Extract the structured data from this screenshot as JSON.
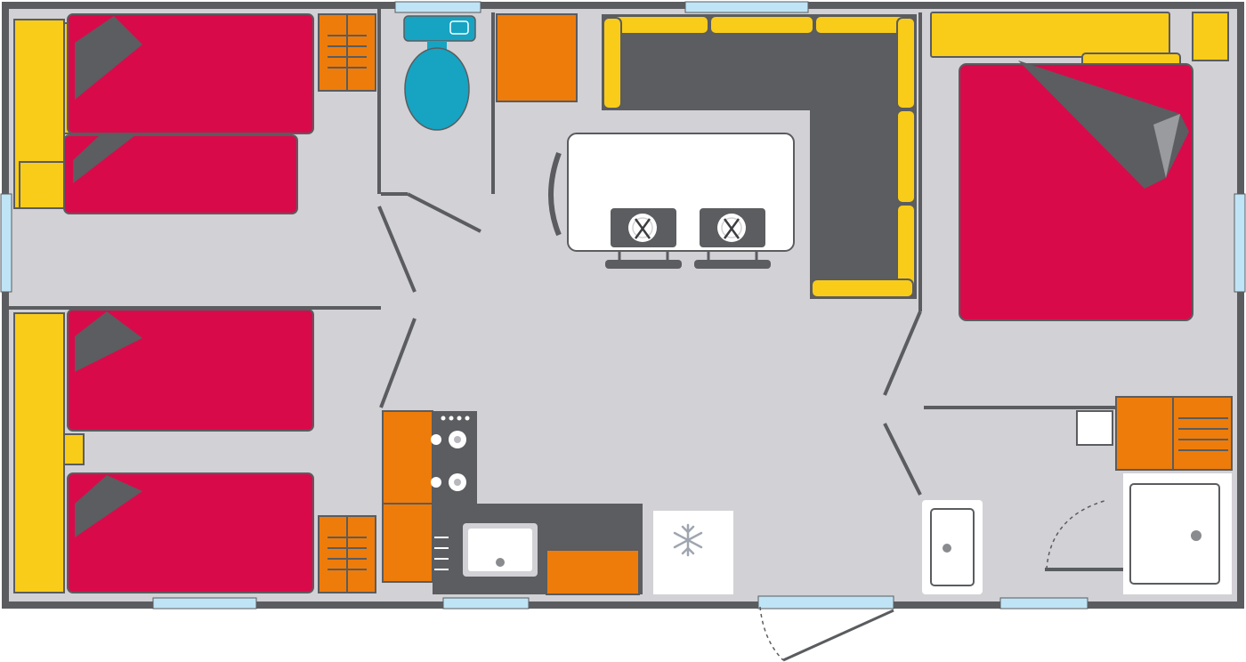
{
  "floorplan": {
    "colors": {
      "wall": "#5a5c5f",
      "floor": "#d2d1d5",
      "bed_red": "#d90a4a",
      "cushion_yellow": "#f9cc1a",
      "storage_orange": "#ee7c0b",
      "toilet_blue": "#16a4c2",
      "window_blue": "#bfe4f6",
      "sheet_grey": "#5b5d60",
      "white": "#ffffff"
    },
    "rooms": [
      "bedroom-bunk-upper",
      "bedroom-bunk-lower",
      "toilet",
      "living-dining",
      "kitchen",
      "master-bedroom",
      "bathroom"
    ],
    "icons": [
      "bed-icon",
      "toilet-icon",
      "table-icon",
      "cutlery-icon",
      "sofa-icon",
      "hob-icon",
      "sink-icon",
      "fridge-snowflake-icon",
      "shower-icon",
      "wardrobe-icon",
      "door-swing-icon",
      "window-icon"
    ]
  }
}
